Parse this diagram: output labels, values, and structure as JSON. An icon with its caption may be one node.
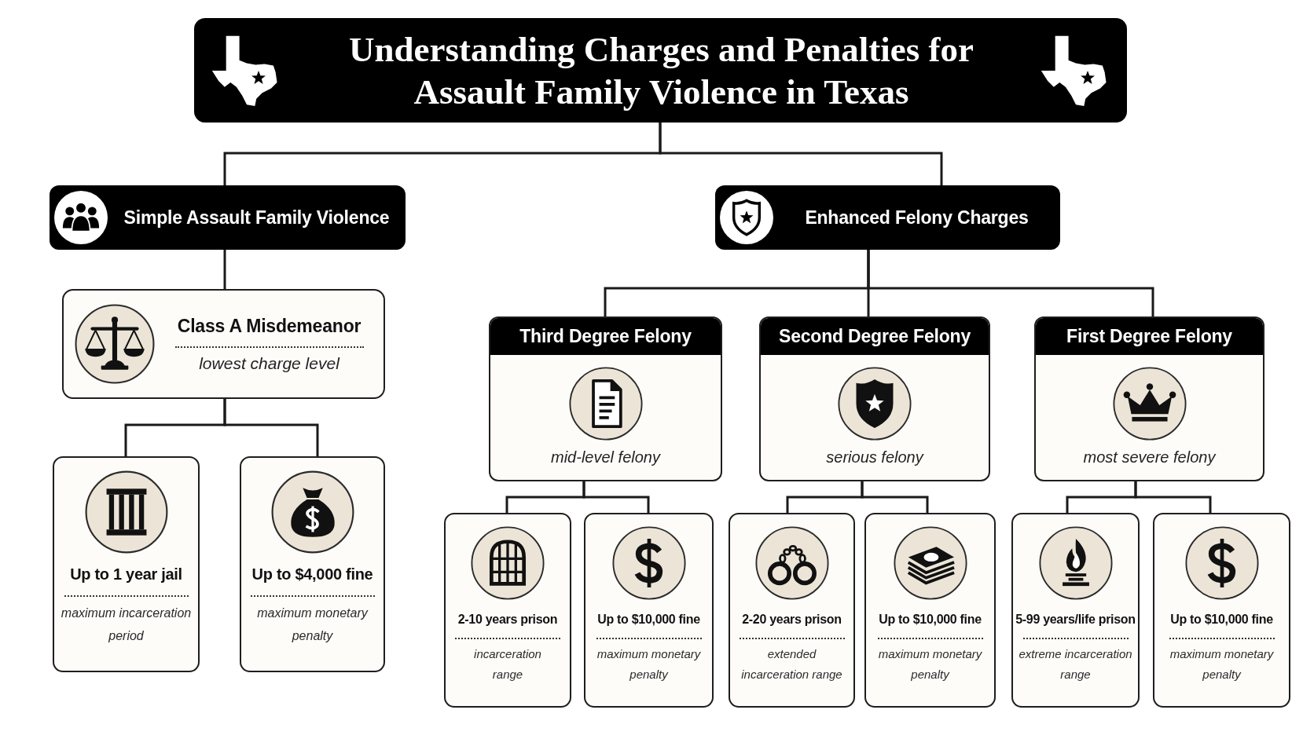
{
  "diagram": {
    "nodes": [
      {
        "text": [
          "Understanding Charges and Penalties for Assault Family Violence in Texas"
        ]
      },
      {
        "text": [
          "Simple Assault Family Violence"
        ]
      },
      {
        "text": [
          "Enhanced Felony Charges"
        ]
      },
      {
        "text": [
          "Class A Misdemeanor",
          "lowest charge level"
        ]
      },
      {
        "text": [
          "Up to 1 year jail",
          "maximum incarceration period"
        ]
      },
      {
        "text": [
          "Up to $4,000 fine",
          "maximum monetary penalty"
        ]
      },
      {
        "text": [
          "Third Degree Felony",
          "mid-level felony"
        ]
      },
      {
        "text": [
          "Second Degree Felony",
          "serious felony"
        ]
      },
      {
        "text": [
          "First Degree Felony",
          "most severe felony"
        ]
      },
      {
        "text": [
          "2-10 years prison",
          "incarceration range"
        ]
      },
      {
        "text": [
          "Up to $10,000 fine",
          "maximum monetary penalty"
        ]
      },
      {
        "text": [
          "2-20 years prison",
          "extended incarceration range"
        ]
      },
      {
        "text": [
          "Up to $10,000 fine",
          "maximum monetary penalty"
        ]
      },
      {
        "text": [
          "5-99 years/life prison",
          "extreme incarceration range"
        ]
      },
      {
        "text": [
          "Up to $10,000 fine",
          "maximum monetary penalty"
        ]
      }
    ],
    "edges": [
      {
        "from": 0,
        "to": 1,
        "arrow": "none"
      },
      {
        "from": 0,
        "to": 2,
        "arrow": "none"
      },
      {
        "from": 1,
        "to": 3,
        "arrow": "none"
      },
      {
        "from": 3,
        "to": 4,
        "arrow": "none"
      },
      {
        "from": 3,
        "to": 5,
        "arrow": "none"
      },
      {
        "from": 2,
        "to": 6,
        "arrow": "none"
      },
      {
        "from": 2,
        "to": 7,
        "arrow": "none"
      },
      {
        "from": 2,
        "to": 8,
        "arrow": "none"
      },
      {
        "from": 6,
        "to": 9,
        "arrow": "none"
      },
      {
        "from": 6,
        "to": 10,
        "arrow": "none"
      },
      {
        "from": 7,
        "to": 11,
        "arrow": "none"
      },
      {
        "from": 7,
        "to": 12,
        "arrow": "none"
      },
      {
        "from": 8,
        "to": 13,
        "arrow": "none"
      },
      {
        "from": 8,
        "to": 14,
        "arrow": "none"
      }
    ]
  }
}
